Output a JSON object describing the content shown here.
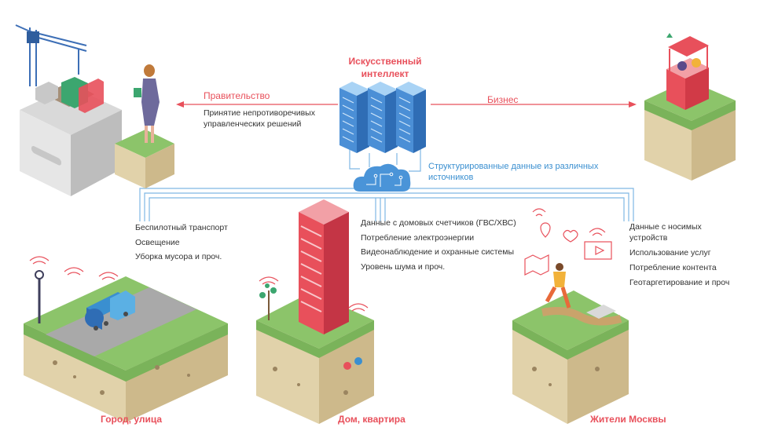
{
  "ai_title": "Искусственный интеллект",
  "government": {
    "label": "Правительство",
    "desc": "Принятие непротиворечивых управленческих решений"
  },
  "business": {
    "label": "Бизнес"
  },
  "structured_data_label": "Структурированные данные из различных источников",
  "city": {
    "label": "Город, улица",
    "items": [
      "Беспилотный транспорт",
      "Освещение",
      "Уборка мусора и проч."
    ]
  },
  "home": {
    "label": "Дом, квартира",
    "items": [
      "Данные с домовых счетчиков (ГВС/ХВС)",
      "Потребление электроэнергии",
      "Видеонаблюдение и охранные системы",
      "Уровень шума и проч."
    ]
  },
  "residents": {
    "label": "Жители Москвы",
    "items": [
      "Данные с носимых устройств",
      "Использование услуг",
      "Потребление контента",
      "Геотаргетирование и проч"
    ]
  },
  "colors": {
    "accent_red": "#e8505b",
    "accent_blue": "#3a8fd0",
    "grass": "#8cc46a",
    "soil": "#d7c49b"
  }
}
